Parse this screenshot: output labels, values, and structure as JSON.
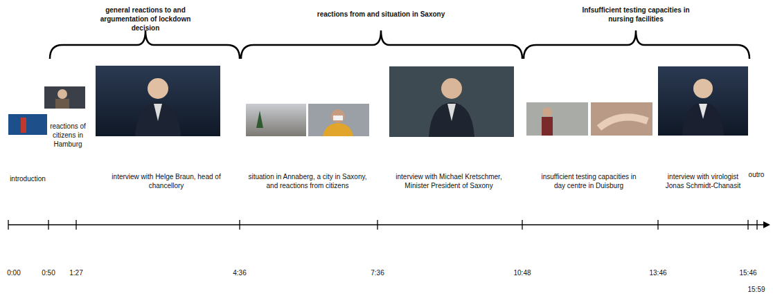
{
  "diagram": {
    "labels": [
      "general reactions to and argumentation of lockdown decision",
      "reactions from and situation in Saxony",
      "Infsufficient testing capacities in nursing facilities",
      "reactions of citizens in Hamburg",
      "introduction",
      "interview with Helge Braun, head of chancellory",
      "situation in Annaberg, a city in Saxony, and reactions from citizens",
      "interview with Michael Kretschmer, Minister President of Saxony",
      "insufficient testing capacities in day centre in Duisburg",
      "interview with virologist Jonas Schmidt-Chanasit",
      "outro",
      "0:00",
      "0:50",
      "1:27",
      "4:36",
      "7:36",
      "10:48",
      "13:46",
      "15:46",
      "15:59"
    ]
  }
}
